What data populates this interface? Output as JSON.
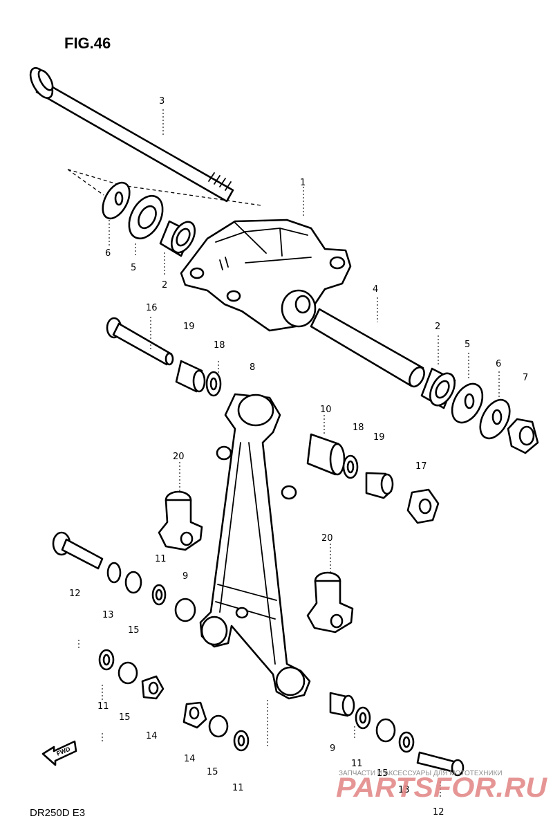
{
  "figure": {
    "title": "FIG.46",
    "model": "DR250D E3"
  },
  "direction_badge": "FWD",
  "watermark": {
    "caption": "ЗАПЧАСТИ И АКСЕССУАРЫ ДЛЯ МОТОТЕХНИКИ",
    "brand": "PARTSFOR.RU"
  },
  "callouts": [
    "3",
    "1",
    "6",
    "5",
    "2",
    "4",
    "16",
    "19",
    "18",
    "2",
    "5",
    "6",
    "7",
    "8",
    "10",
    "18",
    "19",
    "17",
    "20",
    "20",
    "11",
    "9",
    "12",
    "13",
    "15",
    "11",
    "15",
    "14",
    "14",
    "15",
    "11",
    "9",
    "11",
    "15",
    "13",
    "12"
  ],
  "colors": {
    "line": "#000000",
    "background": "#ffffff",
    "watermark_brand": "#e07a7a",
    "watermark_caption": "#8e8e8e"
  }
}
